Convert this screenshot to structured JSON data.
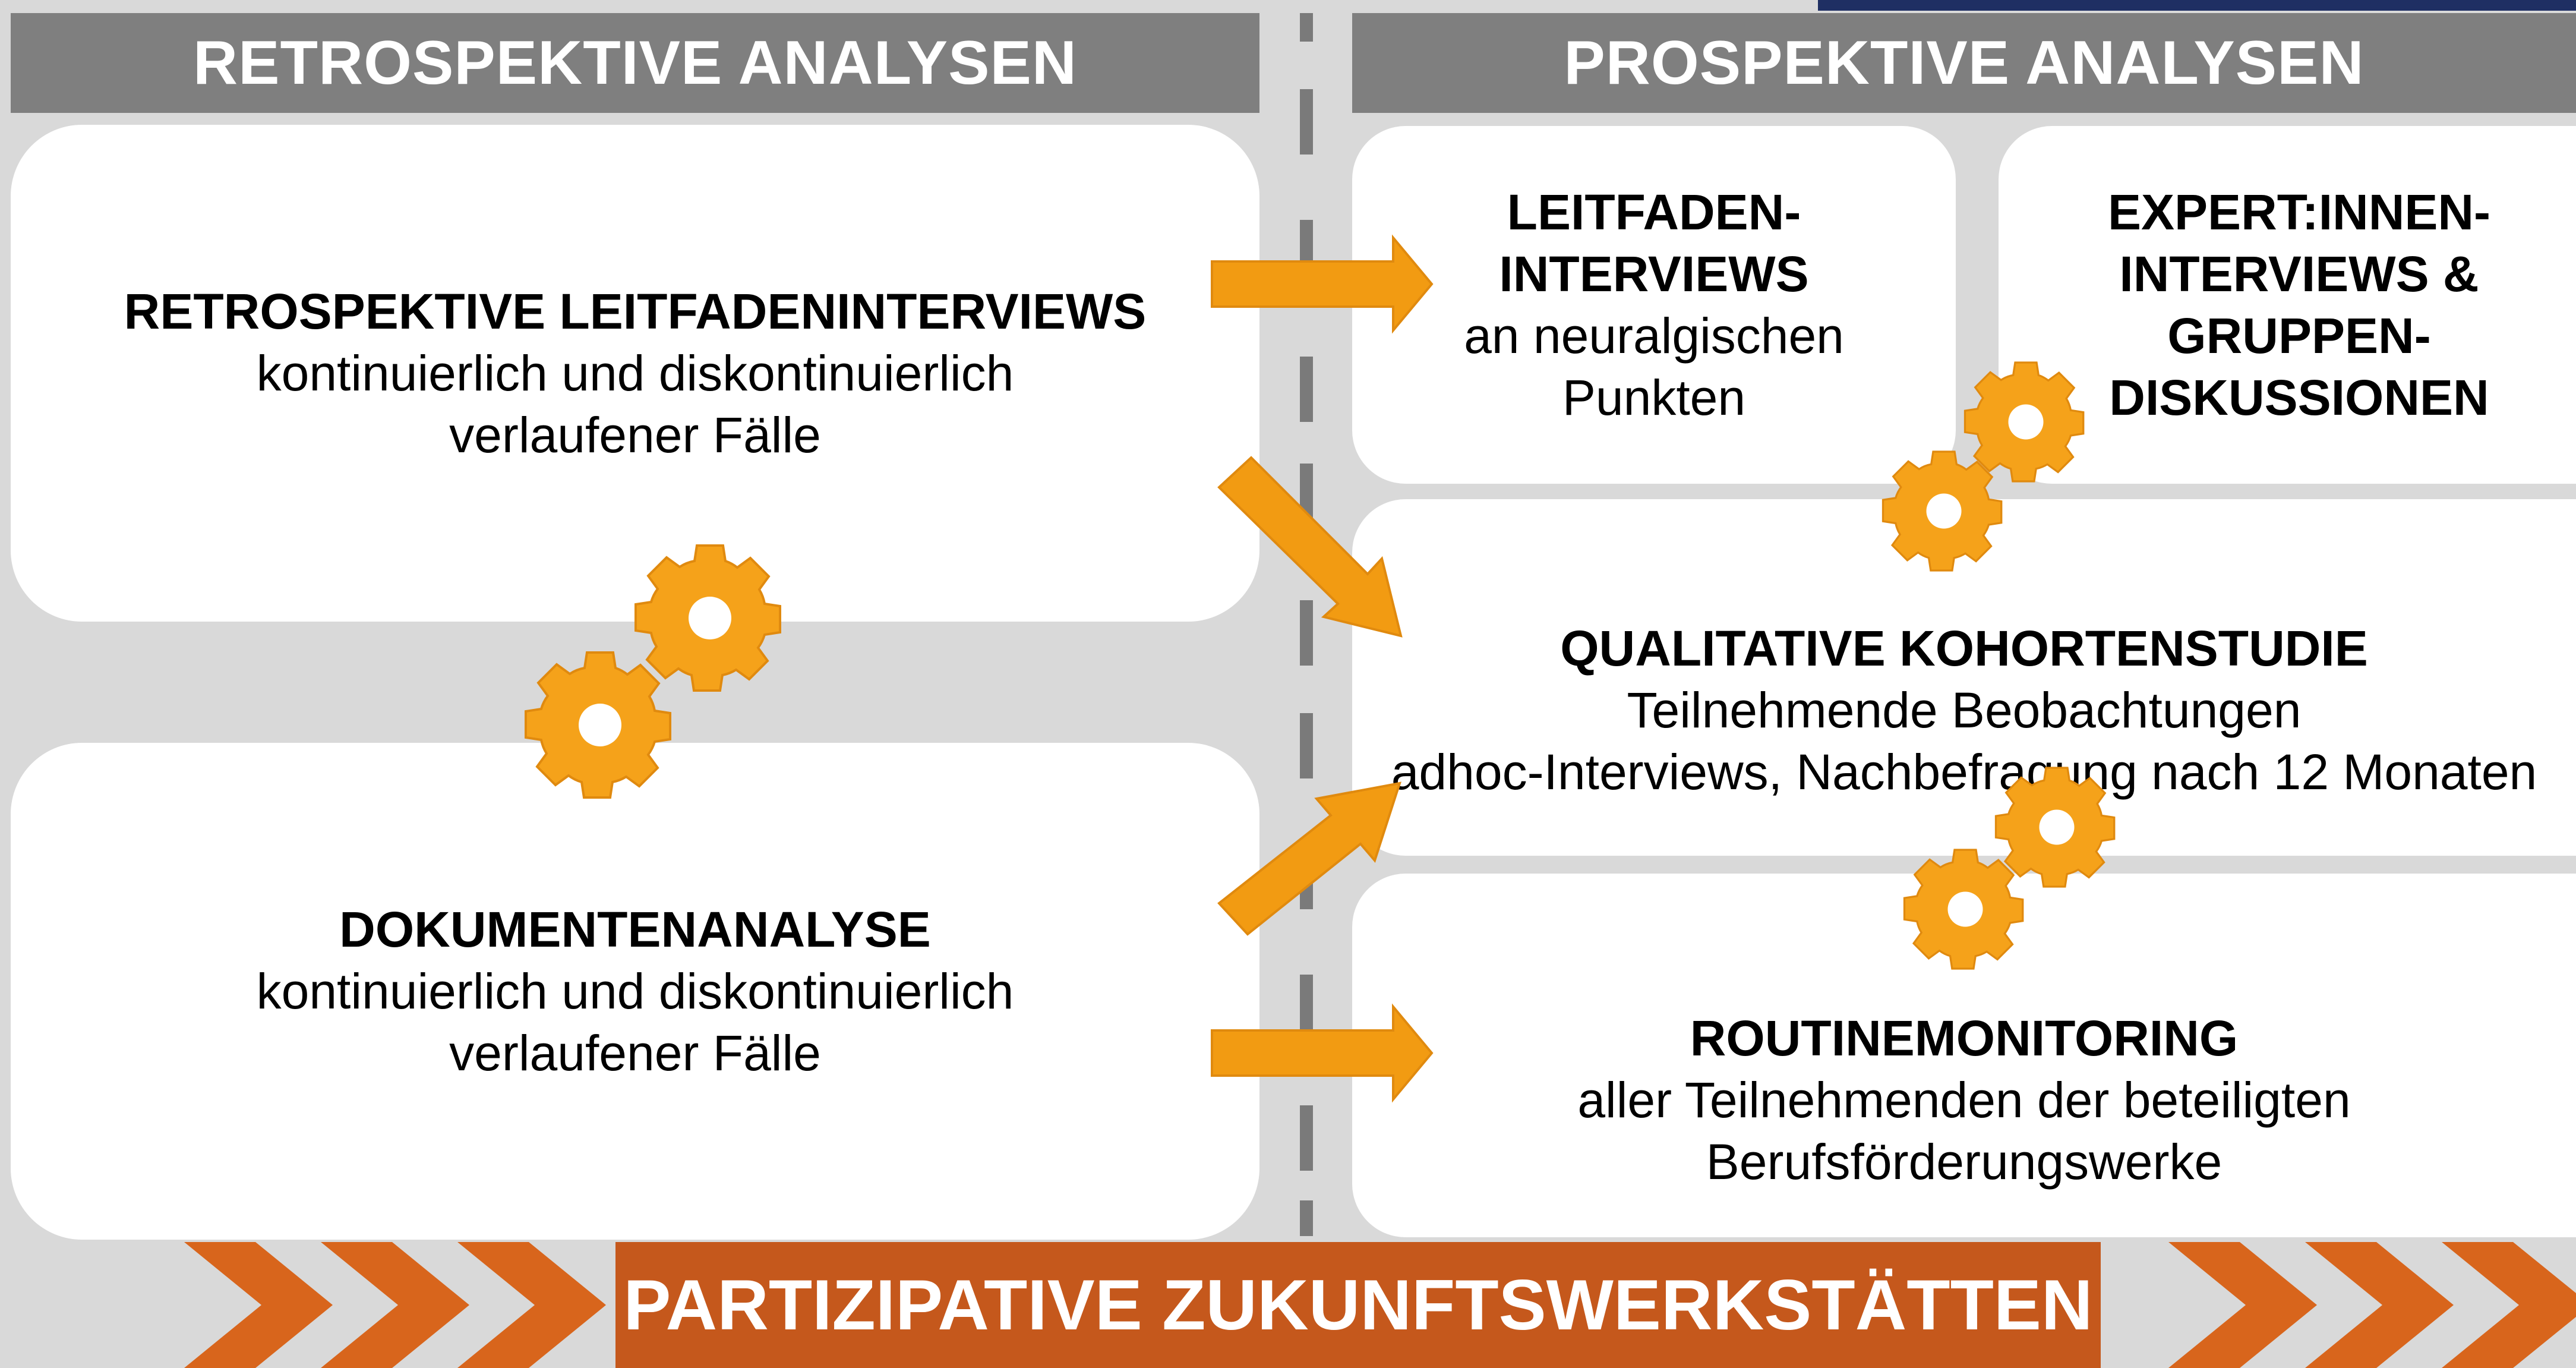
{
  "headers": {
    "left": "RETROSPEKTIVE ANALYSEN",
    "right": "PROSPEKTIVE ANALYSEN"
  },
  "retro_interviews": {
    "title": "RETROSPEKTIVE LEITFADENINTERVIEWS",
    "line1": "kontinuierlich und diskontinuierlich",
    "line2": "verlaufener Fälle"
  },
  "document_analysis": {
    "title": "DOKUMENTENANALYSE",
    "line1": "kontinuierlich und diskontinuierlich",
    "line2": "verlaufener Fälle"
  },
  "guided_interviews": {
    "title_line1": "LEITFADEN-",
    "title_line2": "INTERVIEWS",
    "line1": "an neuralgischen",
    "line2": "Punkten"
  },
  "expert_interviews": {
    "line1": "EXPERT:INNEN-",
    "line2": "INTERVIEWS &",
    "line3": "GRUPPEN-",
    "line4": "DISKUSSIONEN"
  },
  "cohort_study": {
    "title": "QUALITATIVE KOHORTENSTUDIE",
    "line1": "Teilnehmende Beobachtungen",
    "line2": "adhoc-Interviews, Nachbefragung nach 12 Monaten"
  },
  "routine_monitoring": {
    "title": "ROUTINEMONITORING",
    "line1": "aller Teilnehmenden der beteiligten",
    "line2": "Berufsförderungswerke"
  },
  "bottom_banner": "PARTIZIPATIVE ZUKUNFTSWERKSTÄTTEN",
  "colors": {
    "header_gray": "#7f7f7f",
    "arrow_orange": "#f29b12",
    "gear_orange": "#f5a21a",
    "banner_orange": "#c5581c",
    "chevron_orange": "#d8651c",
    "background": "#d9d9d9"
  }
}
